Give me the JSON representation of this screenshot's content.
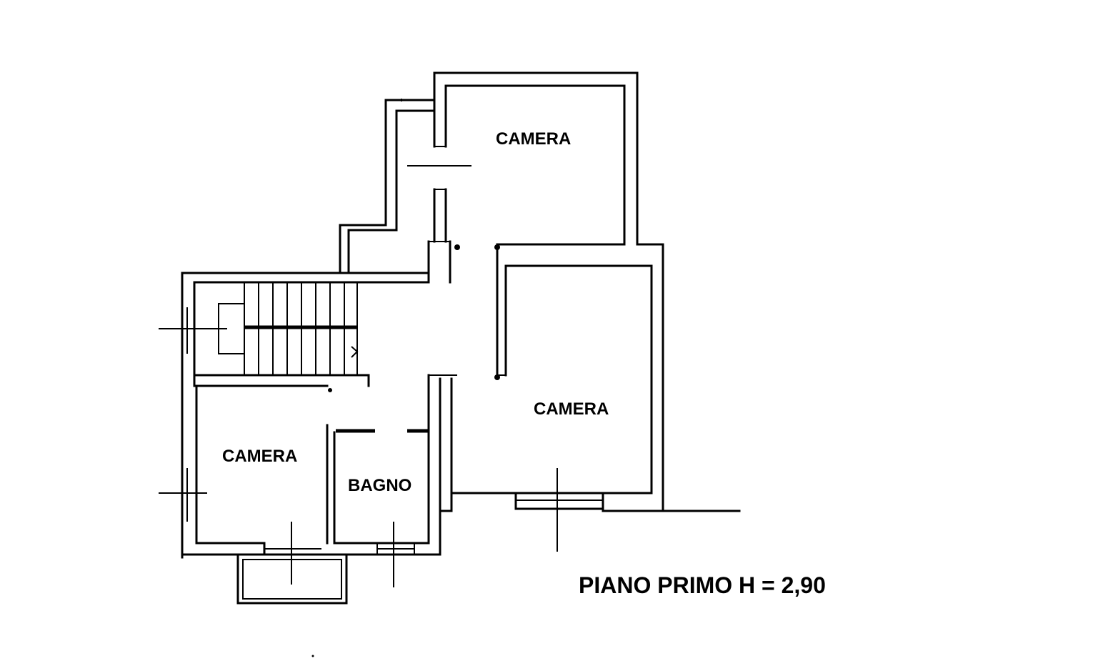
{
  "rooms": {
    "camera_top": "CAMERA",
    "camera_right": "CAMERA",
    "camera_left": "CAMERA",
    "bagno": "BAGNO"
  },
  "floor_label": "PIANO PRIMO H = 2,90",
  "colors": {
    "line": "#000000",
    "background": "#ffffff"
  }
}
